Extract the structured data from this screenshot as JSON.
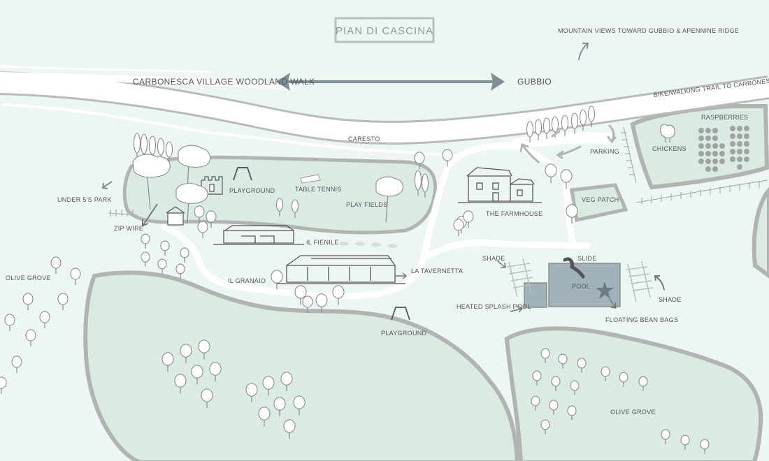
{
  "title": "PIAN DI CASCINA",
  "labels": {
    "mountain_views": "MOUNTAIN VIEWS TOWARD GUBBIO & APENNINE RIDGE",
    "woodland_walk": "CARBONESCA VILLAGE WOODLAND WALK",
    "gubbio": "GUBBIO",
    "bike_trail": "BIKE/WALKING TRAIL TO CARBONESCA",
    "caresto": "CARESTO",
    "raspberries": "RASPBERRIES",
    "chickens": "CHICKENS",
    "parking": "PARKING",
    "veg_patch": "VEG PATCH",
    "under5_park": "UNDER 5'S PARK",
    "zip_wire": "ZIP WIRE",
    "playground_top": "PLAYGROUND",
    "table_tennis": "TABLE TENNIS",
    "play_fields": "PLAY FIELDS",
    "il_fienile": "IL FIENILE",
    "the_farmhouse": "THE FARMHOUSE",
    "il_granaio": "IL GRANAIO",
    "la_tavernetta": "LA TAVERNETTA",
    "shade_left": "SHADE",
    "slide": "SLIDE",
    "pool": "POOL",
    "shade_right": "SHADE",
    "heated_splash_pool": "HEATED SPLASH POOL",
    "floating_bean_bags": "FLOATING BEAN BAGS",
    "olive_grove_left": "OLIVE GROVE",
    "playground_bottom": "PLAYGROUND",
    "olive_grove_right": "OLIVE GROVE"
  },
  "colors": {
    "background": "#eef6f4",
    "field": "#dcebe2",
    "field_border": "#b0b4b3",
    "road": "#ffffff",
    "water": "#9fb3b9",
    "arrow": "#7f9196",
    "ink": "#555555"
  },
  "icons": [
    "double-arrow-icon",
    "arrow-icon",
    "tree-icon",
    "swing-icon",
    "chicken-icon",
    "star-fish-icon",
    "building-icon"
  ]
}
